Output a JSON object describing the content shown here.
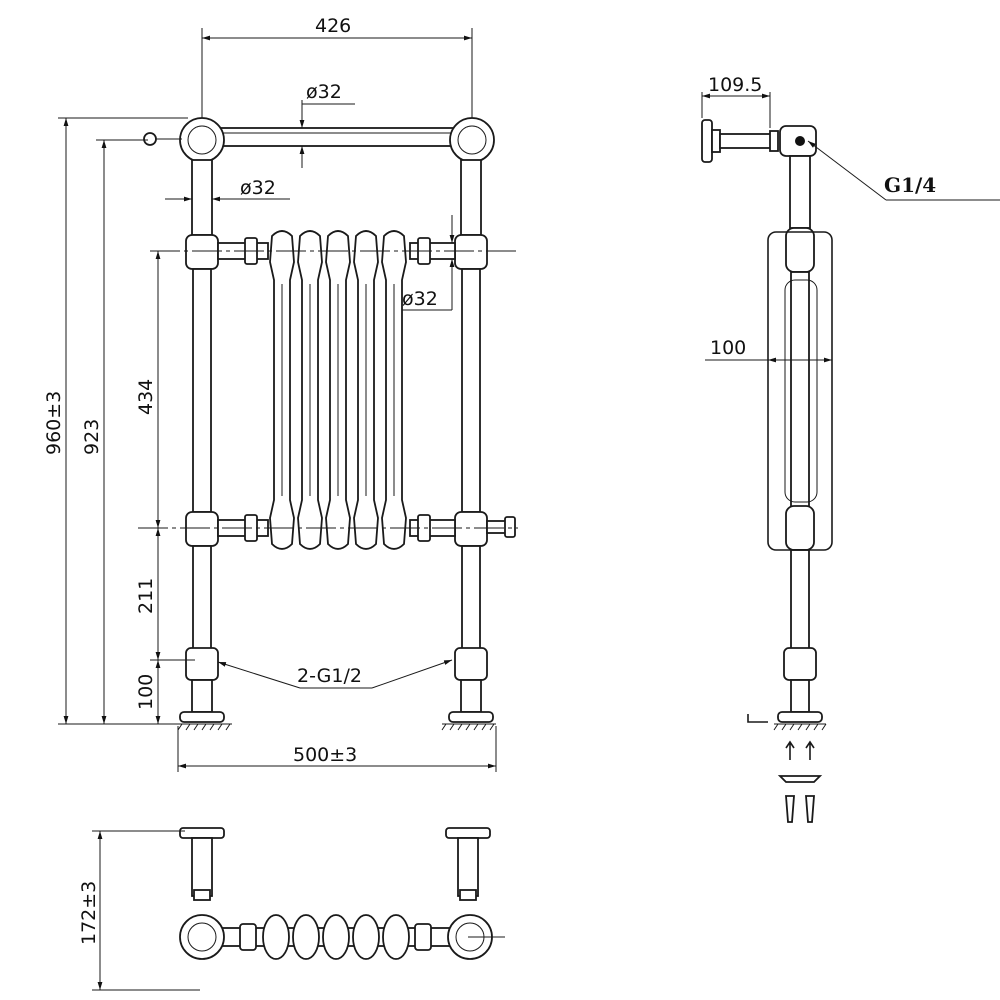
{
  "front_view": {
    "width_top": "426",
    "pipe_dia_top": "ø32",
    "pipe_dia_left": "ø32",
    "pipe_dia_right": "ø32",
    "height_total": "960±3",
    "height_inner": "923",
    "height_radiator": "434",
    "height_lower": "211",
    "height_feet": "100",
    "inlets": "2-G1/2",
    "width_base": "500±3"
  },
  "side_view": {
    "depth_top": "109.5",
    "valve": "G1/4",
    "depth_mid": "100"
  },
  "plan_view": {
    "depth": "172±3"
  }
}
